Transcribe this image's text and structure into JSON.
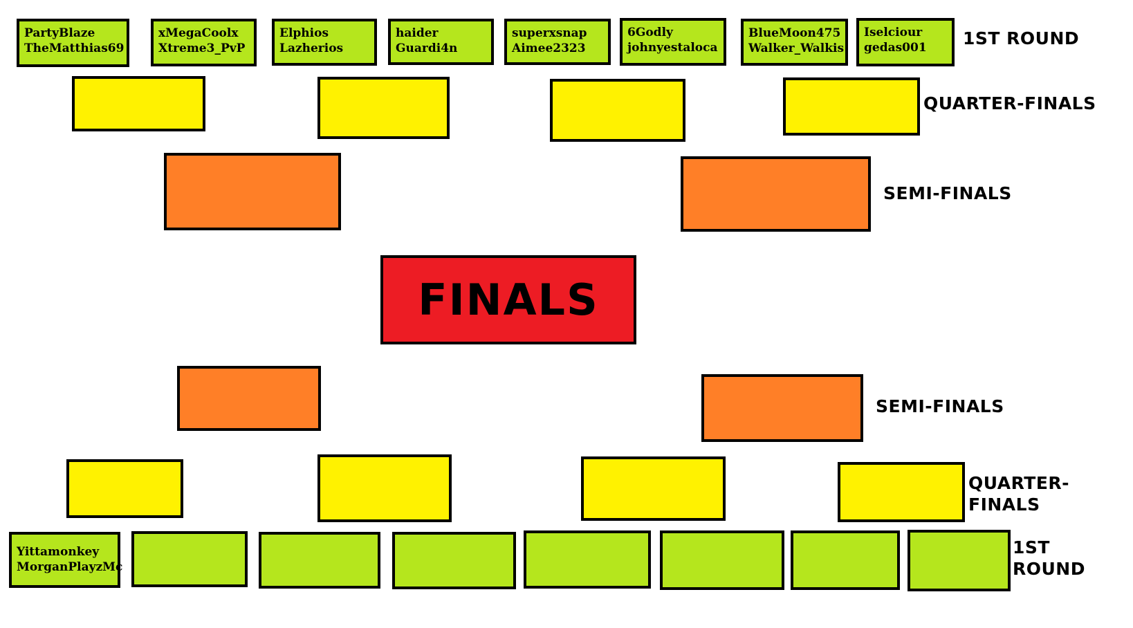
{
  "labels": {
    "top_round1": "1ST ROUND",
    "top_quarter": "QUARTER-FINALS",
    "top_semi": "SEMI-FINALS",
    "finals": "FINALS",
    "bottom_semi": "SEMI-FINALS",
    "bottom_quarter_1": "QUARTER-",
    "bottom_quarter_2": "FINALS",
    "bottom_round1_1": "1ST",
    "bottom_round1_2": "ROUND"
  },
  "top_round1": [
    {
      "p1": "PartyBlaze",
      "p2": "TheMatthias69"
    },
    {
      "p1": "xMegaCoolx",
      "p2": "Xtreme3_PvP"
    },
    {
      "p1": "Elphios",
      "p2": "Lazherios"
    },
    {
      "p1": "haider",
      "p2": "Guardi4n"
    },
    {
      "p1": "superxsnap",
      "p2": "Aimee2323"
    },
    {
      "p1": "6Godly",
      "p2": "johnyestaloca"
    },
    {
      "p1": "BlueMoon475",
      "p2": "Walker_Walkis"
    },
    {
      "p1": "Iselciour",
      "p2": "gedas001"
    }
  ],
  "bottom_round1": [
    {
      "p1": "Yittamonkey",
      "p2": "MorganPlayzMc"
    },
    {
      "p1": "",
      "p2": ""
    },
    {
      "p1": "",
      "p2": ""
    },
    {
      "p1": "",
      "p2": ""
    },
    {
      "p1": "",
      "p2": ""
    },
    {
      "p1": "",
      "p2": ""
    },
    {
      "p1": "",
      "p2": ""
    },
    {
      "p1": "",
      "p2": ""
    }
  ],
  "colors": {
    "round1": "#b5e61d",
    "quarter": "#fff200",
    "semi": "#ff7f27",
    "finals": "#ed1c24"
  }
}
